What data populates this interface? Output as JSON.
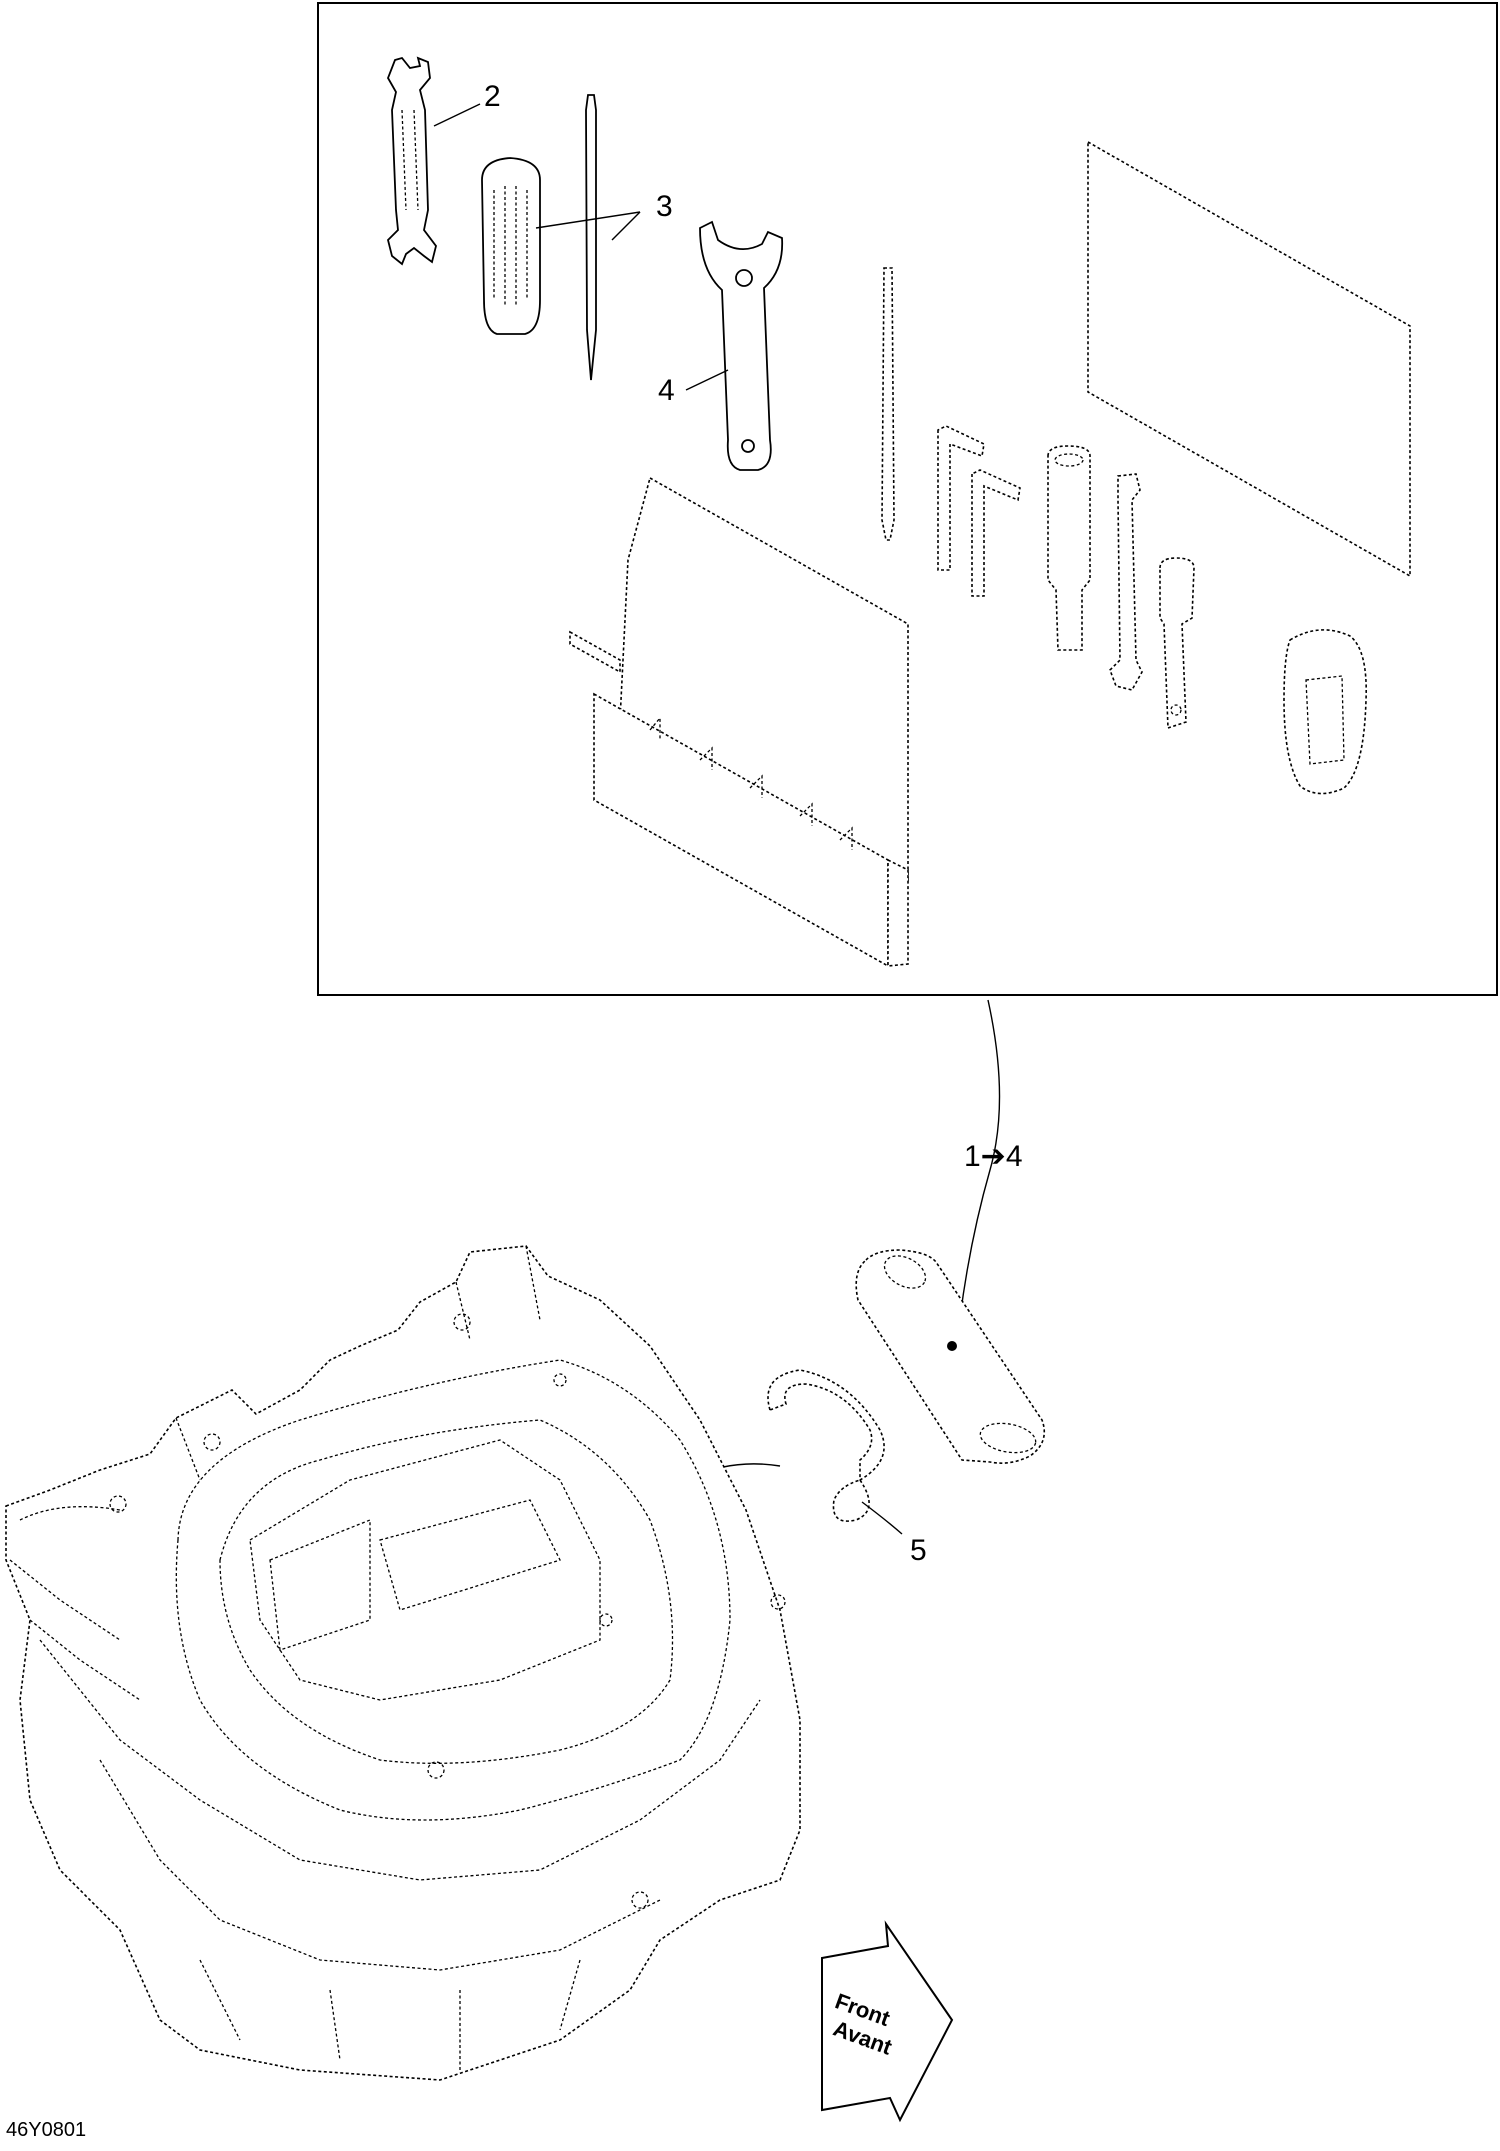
{
  "callouts": {
    "item_2": "2",
    "item_3": "3",
    "item_4": "4",
    "range_1_to_4": "1➔4",
    "item_5": "5"
  },
  "direction_arrow": {
    "line1": "Front",
    "line2": "Avant"
  },
  "drawing_code": "46Y0801"
}
